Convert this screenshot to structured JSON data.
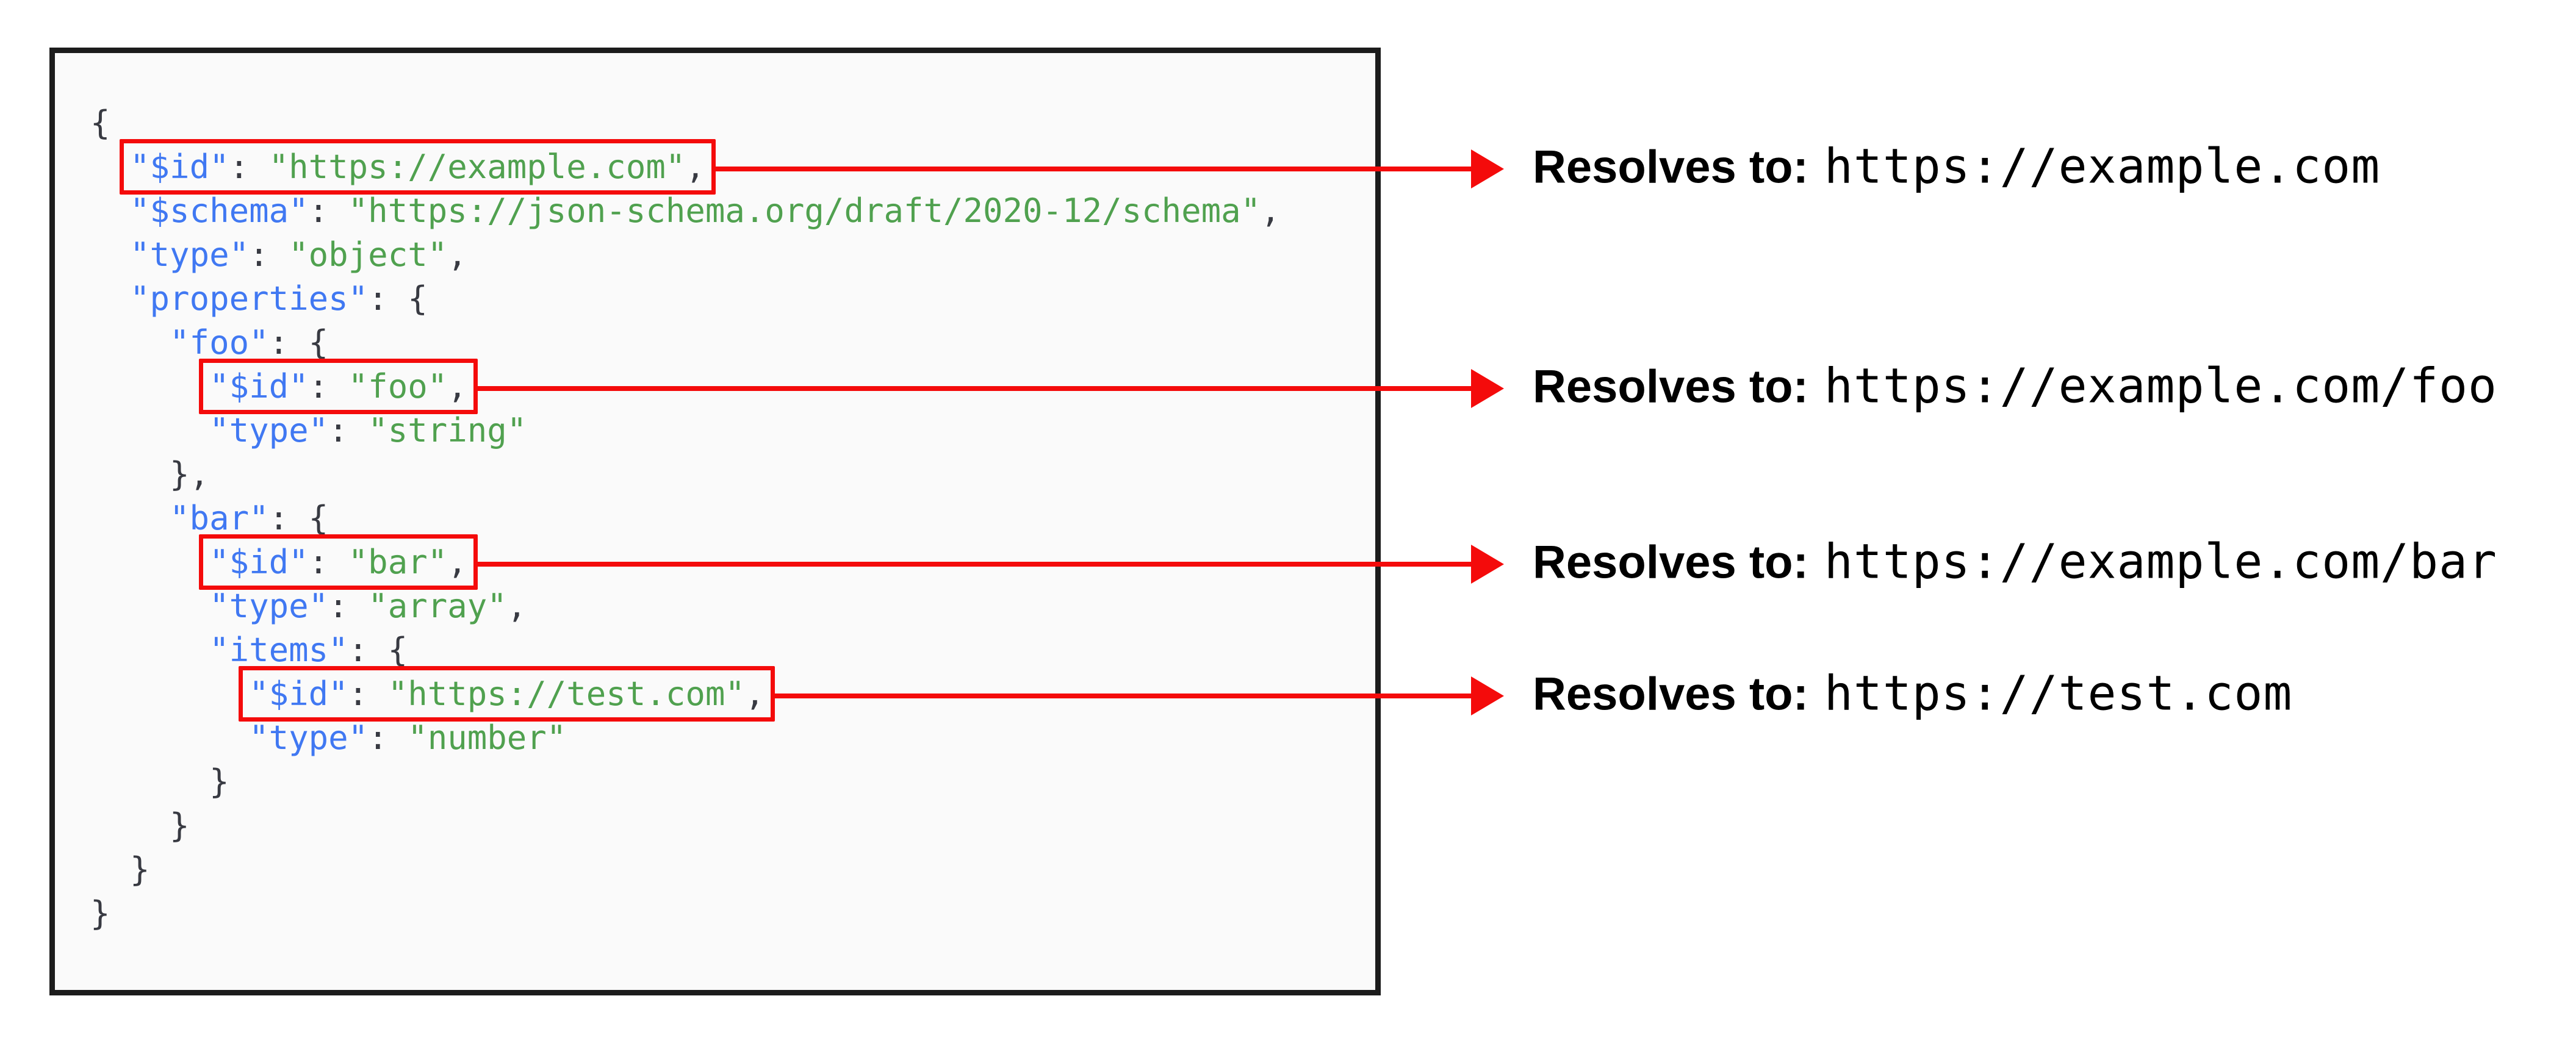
{
  "colors": {
    "page_bg": "#ffffff",
    "panel_bg": "#fafafa",
    "panel_border": "#1c1c1c",
    "key": "#4078f2",
    "string": "#50a14f",
    "punctuation": "#383a42",
    "highlight_red": "#f40b0b",
    "annotation_text": "#000000"
  },
  "code_panel": {
    "language": "json",
    "lines": [
      {
        "tokens": [
          {
            "text": "{",
            "cls": "pun"
          }
        ]
      },
      {
        "tokens": [
          {
            "text": "  ",
            "cls": "pun"
          },
          {
            "text": "\"$id\"",
            "cls": "key",
            "hl": true
          },
          {
            "text": ": ",
            "cls": "pun",
            "hl": true
          },
          {
            "text": "\"https://example.com\"",
            "cls": "str",
            "hl": true
          },
          {
            "text": ",",
            "cls": "pun",
            "hl": true
          }
        ]
      },
      {
        "tokens": [
          {
            "text": "  ",
            "cls": "pun"
          },
          {
            "text": "\"$schema\"",
            "cls": "key"
          },
          {
            "text": ": ",
            "cls": "pun"
          },
          {
            "text": "\"https://json-schema.org/draft/2020-12/schema\"",
            "cls": "str"
          },
          {
            "text": ",",
            "cls": "pun"
          }
        ]
      },
      {
        "tokens": [
          {
            "text": "  ",
            "cls": "pun"
          },
          {
            "text": "\"type\"",
            "cls": "key"
          },
          {
            "text": ": ",
            "cls": "pun"
          },
          {
            "text": "\"object\"",
            "cls": "str"
          },
          {
            "text": ",",
            "cls": "pun"
          }
        ]
      },
      {
        "tokens": [
          {
            "text": "  ",
            "cls": "pun"
          },
          {
            "text": "\"properties\"",
            "cls": "key"
          },
          {
            "text": ": {",
            "cls": "pun"
          }
        ]
      },
      {
        "tokens": [
          {
            "text": "    ",
            "cls": "pun"
          },
          {
            "text": "\"foo\"",
            "cls": "key"
          },
          {
            "text": ": {",
            "cls": "pun"
          }
        ]
      },
      {
        "tokens": [
          {
            "text": "      ",
            "cls": "pun"
          },
          {
            "text": "\"$id\"",
            "cls": "key",
            "hl": true
          },
          {
            "text": ": ",
            "cls": "pun",
            "hl": true
          },
          {
            "text": "\"foo\"",
            "cls": "str",
            "hl": true
          },
          {
            "text": ",",
            "cls": "pun",
            "hl": true
          }
        ]
      },
      {
        "tokens": [
          {
            "text": "      ",
            "cls": "pun"
          },
          {
            "text": "\"type\"",
            "cls": "key"
          },
          {
            "text": ": ",
            "cls": "pun"
          },
          {
            "text": "\"string\"",
            "cls": "str"
          }
        ]
      },
      {
        "tokens": [
          {
            "text": "    },",
            "cls": "pun"
          }
        ]
      },
      {
        "tokens": [
          {
            "text": "    ",
            "cls": "pun"
          },
          {
            "text": "\"bar\"",
            "cls": "key"
          },
          {
            "text": ": {",
            "cls": "pun"
          }
        ]
      },
      {
        "tokens": [
          {
            "text": "      ",
            "cls": "pun"
          },
          {
            "text": "\"$id\"",
            "cls": "key",
            "hl": true
          },
          {
            "text": ": ",
            "cls": "pun",
            "hl": true
          },
          {
            "text": "\"bar\"",
            "cls": "str",
            "hl": true
          },
          {
            "text": ",",
            "cls": "pun",
            "hl": true
          }
        ]
      },
      {
        "tokens": [
          {
            "text": "      ",
            "cls": "pun"
          },
          {
            "text": "\"type\"",
            "cls": "key"
          },
          {
            "text": ": ",
            "cls": "pun"
          },
          {
            "text": "\"array\"",
            "cls": "str"
          },
          {
            "text": ",",
            "cls": "pun"
          }
        ]
      },
      {
        "tokens": [
          {
            "text": "      ",
            "cls": "pun"
          },
          {
            "text": "\"items\"",
            "cls": "key"
          },
          {
            "text": ": {",
            "cls": "pun"
          }
        ]
      },
      {
        "tokens": [
          {
            "text": "        ",
            "cls": "pun"
          },
          {
            "text": "\"$id\"",
            "cls": "key",
            "hl": true
          },
          {
            "text": ": ",
            "cls": "pun",
            "hl": true
          },
          {
            "text": "\"https://test.com\"",
            "cls": "str",
            "hl": true
          },
          {
            "text": ",",
            "cls": "pun",
            "hl": true
          }
        ]
      },
      {
        "tokens": [
          {
            "text": "        ",
            "cls": "pun"
          },
          {
            "text": "\"type\"",
            "cls": "key"
          },
          {
            "text": ": ",
            "cls": "pun"
          },
          {
            "text": "\"number\"",
            "cls": "str"
          }
        ]
      },
      {
        "tokens": [
          {
            "text": "      }",
            "cls": "pun"
          }
        ]
      },
      {
        "tokens": [
          {
            "text": "    }",
            "cls": "pun"
          }
        ]
      },
      {
        "tokens": [
          {
            "text": "  }",
            "cls": "pun"
          }
        ]
      },
      {
        "tokens": [
          {
            "text": "}",
            "cls": "pun"
          }
        ]
      }
    ]
  },
  "annotations": [
    {
      "label": "Resolves to:",
      "value": "https://example.com"
    },
    {
      "label": "Resolves to:",
      "value": "https://example.com/foo"
    },
    {
      "label": "Resolves to:",
      "value": "https://example.com/bar"
    },
    {
      "label": "Resolves to:",
      "value": "https://test.com"
    }
  ]
}
